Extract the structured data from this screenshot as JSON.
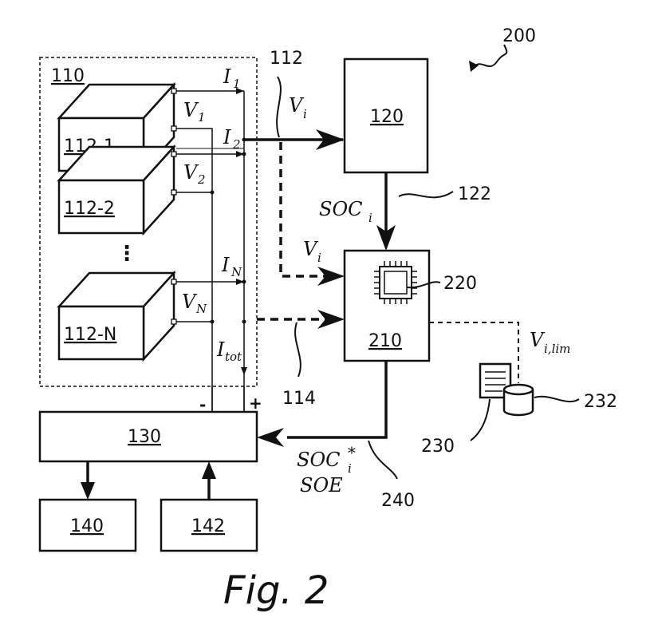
{
  "figure": {
    "caption": "Fig. 2",
    "system_ref": "200"
  },
  "battery_pack": {
    "ref": "110",
    "cells": [
      {
        "ref": "112-1",
        "voltage": "V",
        "voltage_sub": "1",
        "current": "I",
        "current_sub": "1"
      },
      {
        "ref": "112-2",
        "voltage": "V",
        "voltage_sub": "2",
        "current": "I",
        "current_sub": "2"
      },
      {
        "ref": "112-N",
        "voltage": "V",
        "voltage_sub": "N",
        "current": "I",
        "current_sub": "N"
      }
    ],
    "ellipsis": "⋮",
    "total_current": "I",
    "total_current_sub": "tot",
    "minus_sign": "-",
    "plus_sign": "+"
  },
  "blocks": {
    "b120": "120",
    "b210": "210",
    "b130": "130",
    "b140": "140",
    "b142": "142"
  },
  "refs": {
    "r112": "112",
    "r114": "114",
    "r122": "122",
    "r220": "220",
    "r230": "230",
    "r232": "232",
    "r240": "240"
  },
  "signals": {
    "vi_top": "V",
    "vi_top_sub": "i",
    "vi_mid": "V",
    "vi_mid_sub": "i",
    "soc": "SOC",
    "soc_sub": "i",
    "vlim": "V",
    "vlim_sub": "i,lim",
    "soc_star": "SOC",
    "soc_star_sub": "i",
    "soc_star_sup": "*",
    "soe": "SOE"
  }
}
